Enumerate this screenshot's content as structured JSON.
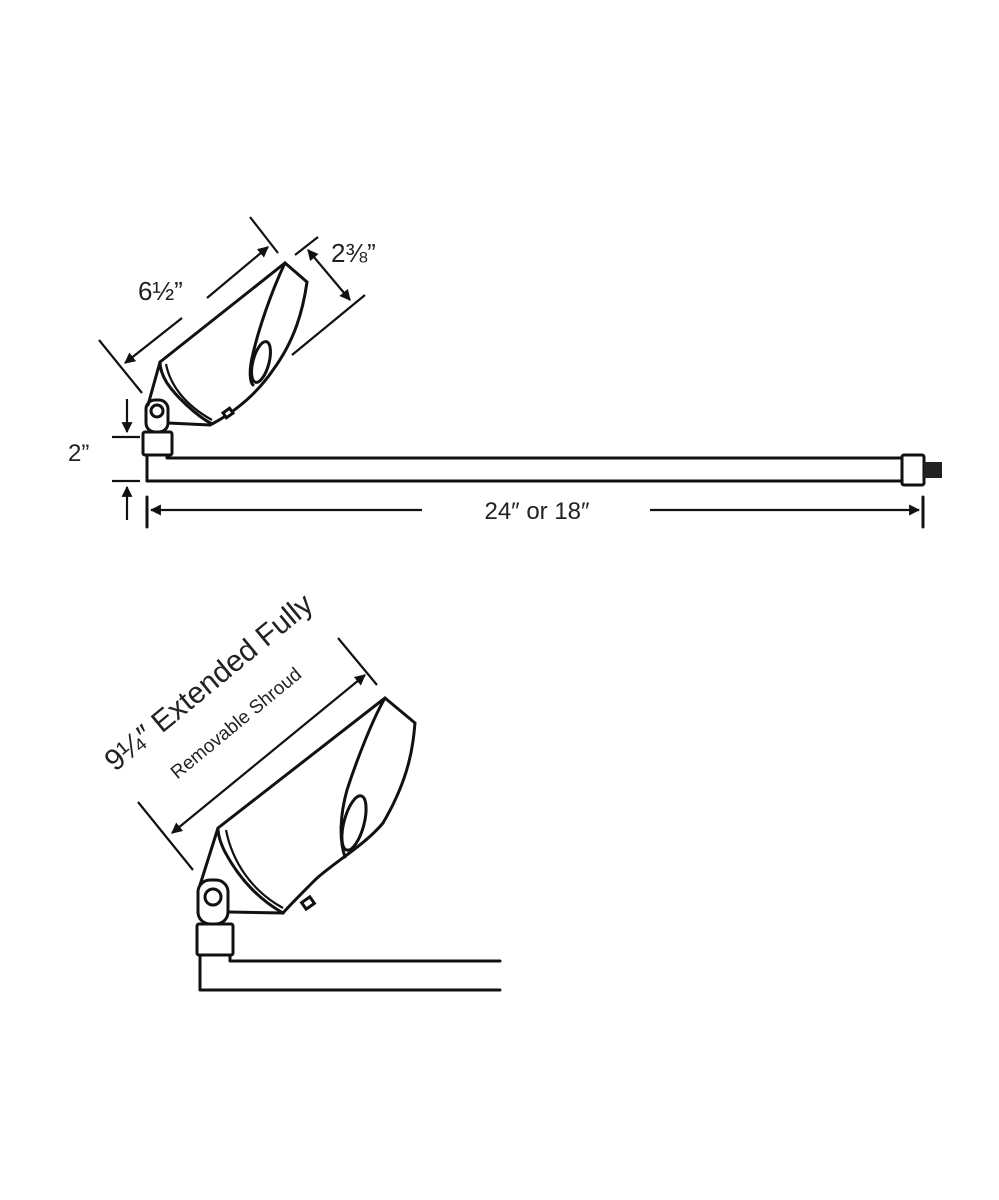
{
  "diagram": {
    "top_view": {
      "length_label": "6½”",
      "diameter_label": "2⅜”",
      "height_label": "2”",
      "stake_label": "24″ or 18″"
    },
    "bottom_view": {
      "extended_label": "9¼″ Extended Fully",
      "shroud_label": "Removable Shroud"
    },
    "colors": {
      "line": "#111111",
      "background": "#ffffff"
    }
  }
}
